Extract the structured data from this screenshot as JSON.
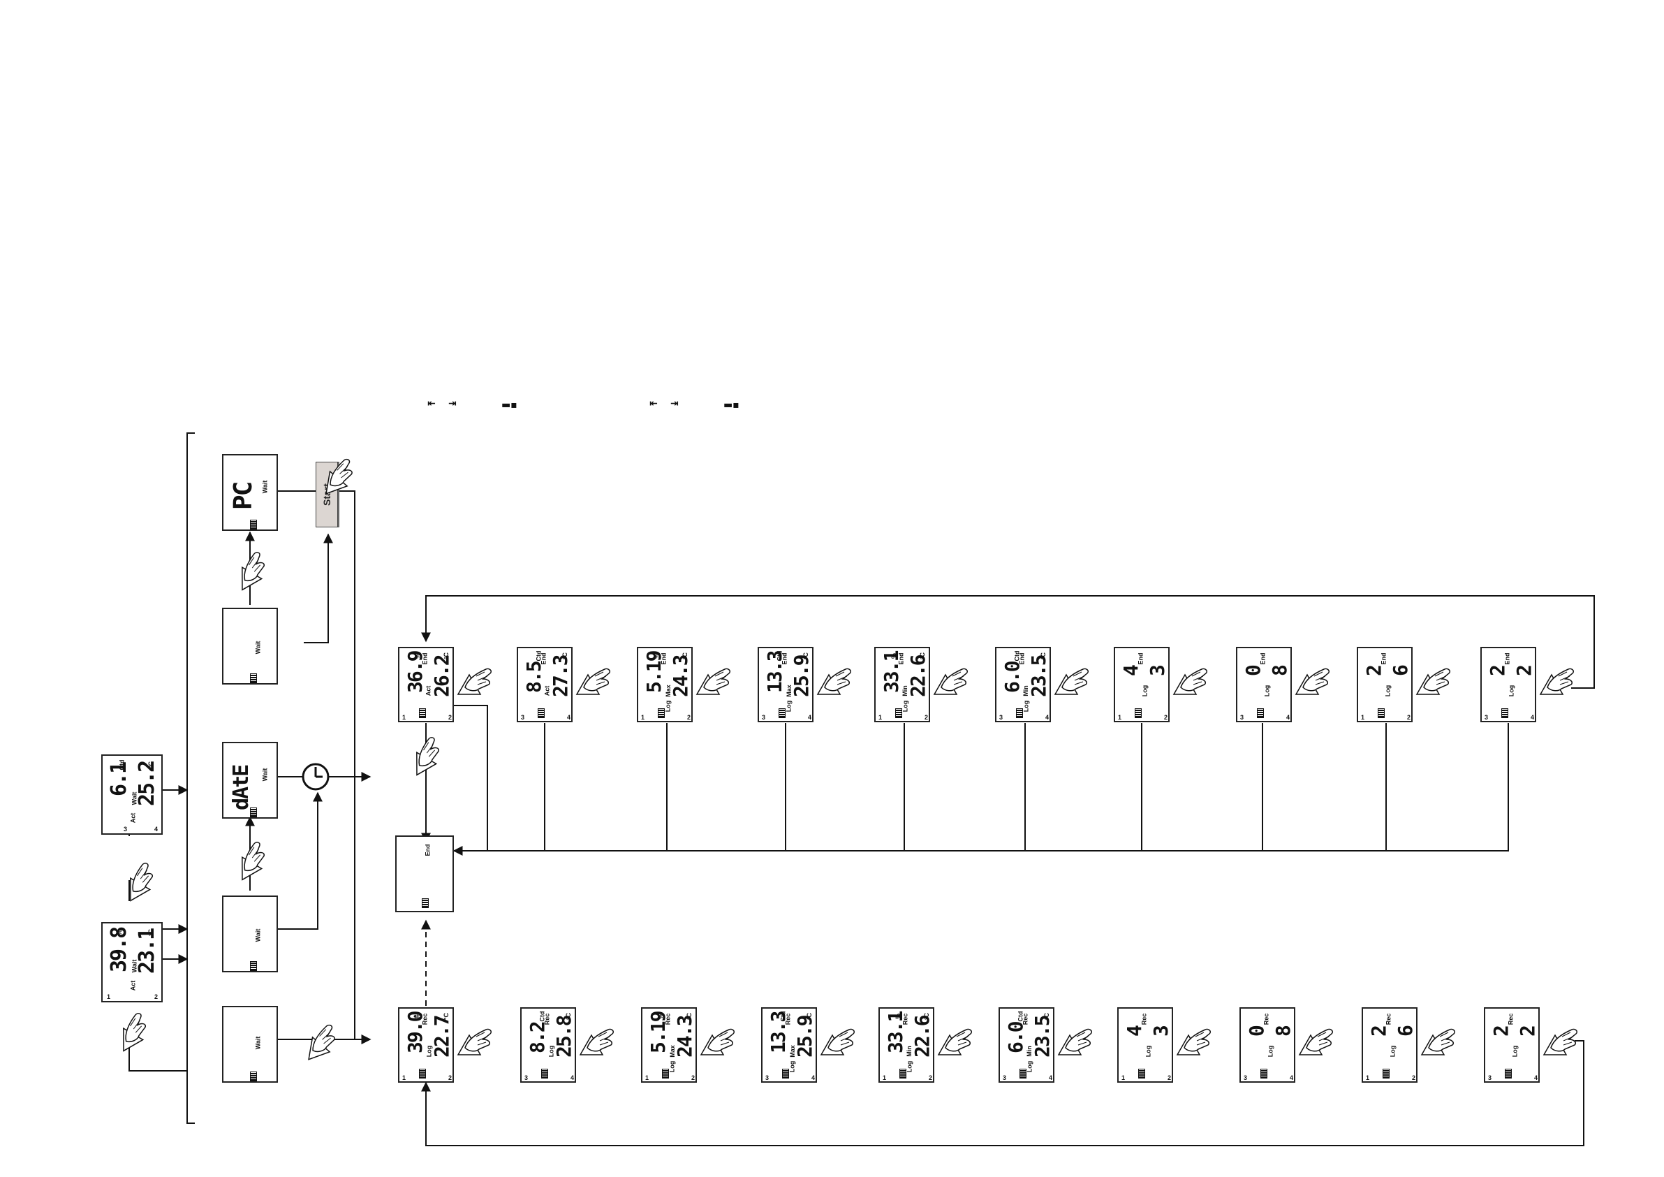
{
  "legend_glyphs": [
    "⇤",
    "⇥",
    "▬▪",
    "⇤",
    "⇥",
    "▬▪"
  ],
  "start_button": {
    "label": "Start"
  },
  "mode_panel": [
    {
      "id": "pc-wait",
      "big": "PC",
      "label": "Wait"
    },
    {
      "id": "wait-a",
      "big": "",
      "label": "Wait"
    },
    {
      "id": "date-wait",
      "big": "dAtE",
      "label": "Wait"
    },
    {
      "id": "wait-b",
      "big": "",
      "label": "Wait"
    },
    {
      "id": "wait-c",
      "big": "",
      "label": "Wait"
    }
  ],
  "left_displays": [
    {
      "id": "act-wait-ctd",
      "top": "6.1",
      "top_unit": "Ctd",
      "bottom": "25.2",
      "bottom_unit": "°C",
      "labels": [
        "Wait",
        "Act"
      ],
      "corners": [
        "3",
        "4"
      ]
    },
    {
      "id": "act-wait-pct",
      "top": "39.8",
      "top_unit": "%",
      "bottom": "23.1",
      "bottom_unit": "°C",
      "labels": [
        "Wait",
        "Act"
      ],
      "corners": [
        "1",
        "2"
      ]
    }
  ],
  "end_row": [
    {
      "top": "36.9",
      "top_unit": "%",
      "bottom": "26.2",
      "bottom_unit": "°C",
      "mode": "End",
      "sub": "Act",
      "corners": [
        "1",
        "2"
      ]
    },
    {
      "top": "8.5",
      "top_unit": "Ctd",
      "bottom": "27.3",
      "bottom_unit": "°C",
      "mode": "End",
      "sub": "Act",
      "corners": [
        "3",
        "4"
      ]
    },
    {
      "top": "5.19",
      "top_unit": "%",
      "bottom": "24.3",
      "bottom_unit": "°C",
      "mode": "End",
      "sub": "Max",
      "sub2": "Log",
      "corners": [
        "1",
        "2"
      ]
    },
    {
      "top": "13.3",
      "top_unit": "Ctd",
      "bottom": "25.9",
      "bottom_unit": "°C",
      "mode": "End",
      "sub": "Max",
      "sub2": "Log",
      "corners": [
        "3",
        "4"
      ]
    },
    {
      "top": "33.1",
      "top_unit": "%",
      "bottom": "22.6",
      "bottom_unit": "°C",
      "mode": "End",
      "sub": "Min",
      "sub2": "Log",
      "corners": [
        "1",
        "2"
      ]
    },
    {
      "top": "6.0",
      "top_unit": "Ctd",
      "bottom": "23.5",
      "bottom_unit": "°C",
      "mode": "End",
      "sub": "Min",
      "sub2": "Log",
      "corners": [
        "3",
        "4"
      ]
    },
    {
      "top": "4",
      "top_unit": "",
      "bottom": "3",
      "bottom_unit": "",
      "mode": "End",
      "sub": "Log",
      "corners": [
        "1",
        "2"
      ]
    },
    {
      "top": "0",
      "top_unit": "",
      "bottom": "8",
      "bottom_unit": "",
      "mode": "End",
      "sub": "Log",
      "corners": [
        "3",
        "4"
      ]
    },
    {
      "top": "2",
      "top_unit": "",
      "bottom": "6",
      "bottom_unit": "",
      "mode": "End",
      "sub": "Log",
      "corners": [
        "1",
        "2"
      ]
    },
    {
      "top": "2",
      "top_unit": "",
      "bottom": "2",
      "bottom_unit": "",
      "mode": "End",
      "sub": "Log",
      "corners": [
        "3",
        "4"
      ]
    }
  ],
  "end_box": {
    "label": "End"
  },
  "rec_row": [
    {
      "top": "39.0",
      "top_unit": "%",
      "bottom": "22.7",
      "bottom_unit": "°C",
      "mode": "Rec",
      "sub": "Log",
      "corners": [
        "1",
        "2"
      ]
    },
    {
      "top": "8.2",
      "top_unit": "Ctd",
      "bottom": "25.8",
      "bottom_unit": "°C",
      "mode": "Rec",
      "sub": "Log",
      "corners": [
        "3",
        "4"
      ]
    },
    {
      "top": "5.19",
      "top_unit": "%",
      "bottom": "24.3",
      "bottom_unit": "°C",
      "mode": "Rec",
      "sub": "Max",
      "sub2": "Log",
      "corners": [
        "1",
        "2"
      ]
    },
    {
      "top": "13.3",
      "top_unit": "Ctd",
      "bottom": "25.9",
      "bottom_unit": "°C",
      "mode": "Rec",
      "sub": "Max",
      "sub2": "Log",
      "corners": [
        "3",
        "4"
      ]
    },
    {
      "top": "33.1",
      "top_unit": "%",
      "bottom": "22.6",
      "bottom_unit": "°C",
      "mode": "Rec",
      "sub": "Min",
      "sub2": "Log",
      "corners": [
        "1",
        "2"
      ]
    },
    {
      "top": "6.0",
      "top_unit": "Ctd",
      "bottom": "23.5",
      "bottom_unit": "°C",
      "mode": "Rec",
      "sub": "Min",
      "sub2": "Log",
      "corners": [
        "3",
        "4"
      ]
    },
    {
      "top": "4",
      "top_unit": "",
      "bottom": "3",
      "bottom_unit": "",
      "mode": "Rec",
      "sub": "Log",
      "corners": [
        "1",
        "2"
      ]
    },
    {
      "top": "0",
      "top_unit": "",
      "bottom": "8",
      "bottom_unit": "",
      "mode": "Rec",
      "sub": "Log",
      "corners": [
        "3",
        "4"
      ]
    },
    {
      "top": "2",
      "top_unit": "",
      "bottom": "6",
      "bottom_unit": "",
      "mode": "Rec",
      "sub": "Log",
      "corners": [
        "1",
        "2"
      ]
    },
    {
      "top": "2",
      "top_unit": "",
      "bottom": "2",
      "bottom_unit": "",
      "mode": "Rec",
      "sub": "Log",
      "corners": [
        "3",
        "4"
      ]
    }
  ],
  "icons": {
    "hand": "hand-press-icon",
    "go_button": "go-button-icon",
    "clock": "clock-icon",
    "battery": "battery-icon"
  }
}
